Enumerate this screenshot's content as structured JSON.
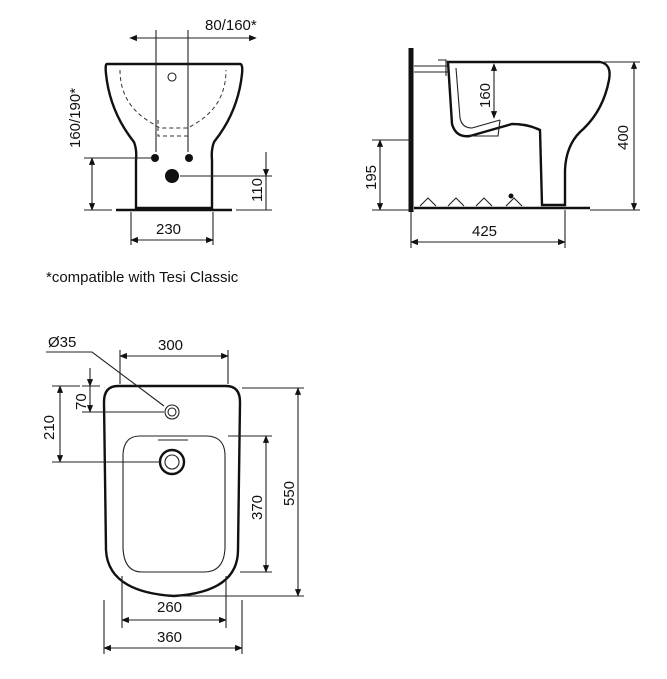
{
  "front_view": {
    "dim_top": "80/160*",
    "dim_left": "160/190*",
    "dim_bottom": "230",
    "dim_right": "110"
  },
  "side_view": {
    "dim_inner": "160",
    "dim_height": "400",
    "dim_left": "195",
    "dim_bottom": "425"
  },
  "note": "*compatible with Tesi Classic",
  "top_view": {
    "dim_hole": "Ø35",
    "dim_top": "300",
    "dim_70": "70",
    "dim_210": "210",
    "dim_370": "370",
    "dim_550": "550",
    "dim_260": "260",
    "dim_360": "360"
  }
}
